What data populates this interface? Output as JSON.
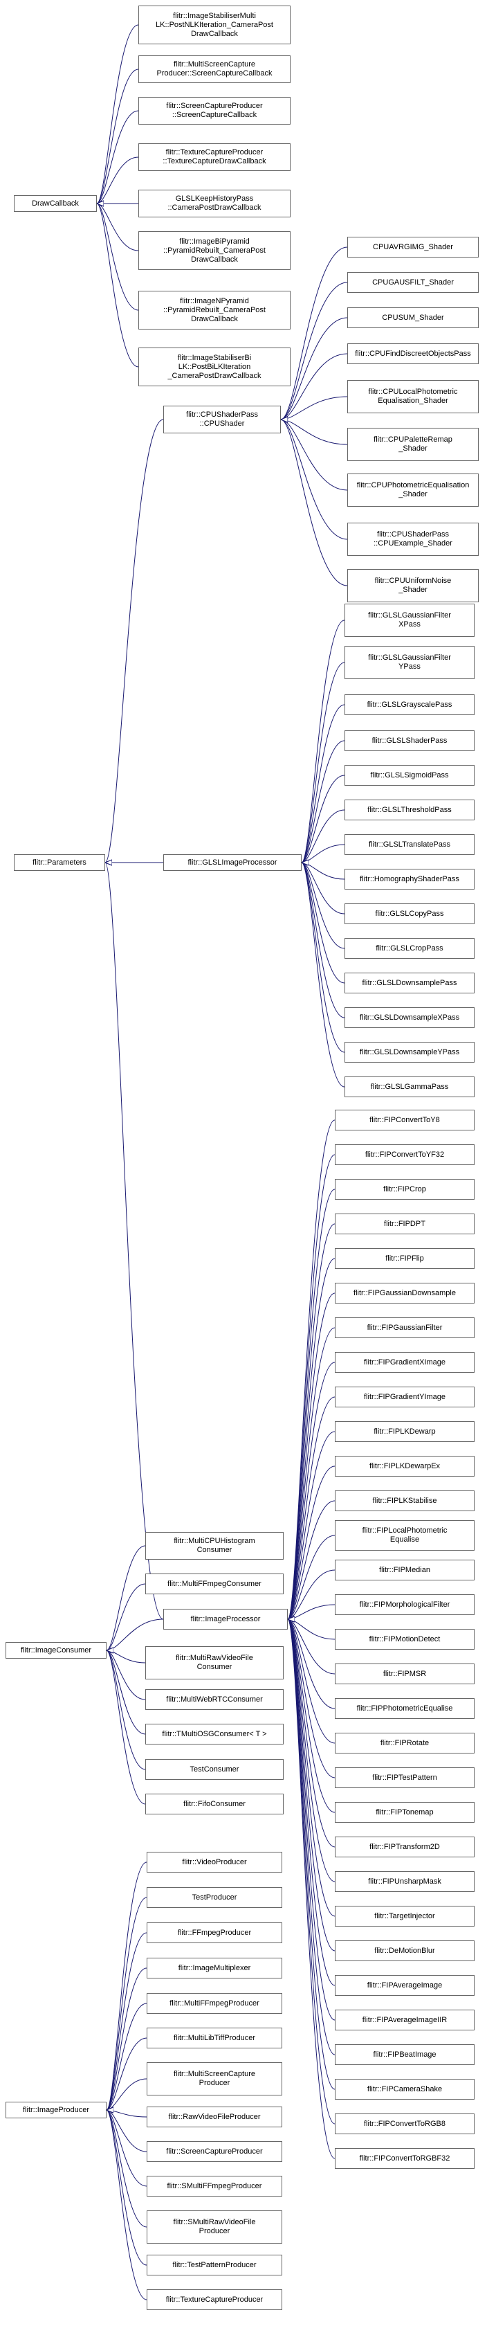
{
  "colors": {
    "edge": "#191970",
    "border": "#666666",
    "background": "#ffffff"
  },
  "roots": {
    "draw_callback": "DrawCallback",
    "parameters": "flitr::Parameters",
    "image_consumer": "flitr::ImageConsumer",
    "image_producer": "flitr::ImageProducer"
  },
  "draw_callback_children": [
    "flitr::ImageStabiliserMulti\nLK::PostNLKIteration_CameraPost\nDrawCallback",
    "flitr::MultiScreenCapture\nProducer::ScreenCaptureCallback",
    "flitr::ScreenCaptureProducer\n::ScreenCaptureCallback",
    "flitr::TextureCaptureProducer\n::TextureCaptureDrawCallback",
    "GLSLKeepHistoryPass\n::CameraPostDrawCallback",
    "flitr::ImageBiPyramid\n::PyramidRebuilt_CameraPost\nDrawCallback",
    "flitr::ImageNPyramid\n::PyramidRebuilt_CameraPost\nDrawCallback",
    "flitr::ImageStabiliserBi\nLK::PostBiLKIteration\n_CameraPostDrawCallback"
  ],
  "cpu_shader_pass": "flitr::CPUShaderPass\n::CPUShader",
  "cpu_shader_children": [
    "CPUAVRGIMG_Shader",
    "CPUGAUSFILT_Shader",
    "CPUSUM_Shader",
    "flitr::CPUFindDiscreetObjectsPass",
    "flitr::CPULocalPhotometric\nEqualisation_Shader",
    "flitr::CPUPaletteRemap\n_Shader",
    "flitr::CPUPhotometricEqualisation\n_Shader",
    "flitr::CPUShaderPass\n::CPUExample_Shader",
    "flitr::CPUUniformNoise\n_Shader"
  ],
  "glsl_image_processor": "flitr::GLSLImageProcessor",
  "glsl_children": [
    "flitr::GLSLGaussianFilter\nXPass",
    "flitr::GLSLGaussianFilter\nYPass",
    "flitr::GLSLGrayscalePass",
    "flitr::GLSLShaderPass",
    "flitr::GLSLSigmoidPass",
    "flitr::GLSLThresholdPass",
    "flitr::GLSLTranslatePass",
    "flitr::HomographyShaderPass",
    "flitr::GLSLCopyPass",
    "flitr::GLSLCropPass",
    "flitr::GLSLDownsamplePass",
    "flitr::GLSLDownsampleXPass",
    "flitr::GLSLDownsampleYPass",
    "flitr::GLSLGammaPass"
  ],
  "image_processor": "flitr::ImageProcessor",
  "image_processor_children": [
    "flitr::FIPConvertToY8",
    "flitr::FIPConvertToYF32",
    "flitr::FIPCrop",
    "flitr::FIPDPT",
    "flitr::FIPFlip",
    "flitr::FIPGaussianDownsample",
    "flitr::FIPGaussianFilter",
    "flitr::FIPGradientXImage",
    "flitr::FIPGradientYImage",
    "flitr::FIPLKDewarp",
    "flitr::FIPLKDewarpEx",
    "flitr::FIPLKStabilise",
    "flitr::FIPLocalPhotometric\nEqualise",
    "flitr::FIPMedian",
    "flitr::FIPMorphologicalFilter",
    "flitr::FIPMotionDetect",
    "flitr::FIPMSR",
    "flitr::FIPPhotometricEqualise",
    "flitr::FIPRotate",
    "flitr::FIPTestPattern",
    "flitr::FIPTonemap",
    "flitr::FIPTransform2D",
    "flitr::FIPUnsharpMask",
    "flitr::TargetInjector",
    "flitr::DeMotionBlur",
    "flitr::FIPAverageImage",
    "flitr::FIPAverageImageIIR",
    "flitr::FIPBeatImage",
    "flitr::FIPCameraShake",
    "flitr::FIPConvertToRGB8",
    "flitr::FIPConvertToRGBF32"
  ],
  "consumer_children": [
    "flitr::MultiCPUHistogram\nConsumer",
    "flitr::MultiFFmpegConsumer",
    "flitr::ImageProcessor",
    "flitr::MultiRawVideoFile\nConsumer",
    "flitr::MultiWebRTCConsumer",
    "flitr::TMultiOSGConsumer< T >",
    "TestConsumer",
    "flitr::FifoConsumer"
  ],
  "producer_children": [
    "flitr::VideoProducer",
    "TestProducer",
    "flitr::FFmpegProducer",
    "flitr::ImageMultiplexer",
    "flitr::MultiFFmpegProducer",
    "flitr::MultiLibTiffProducer",
    "flitr::MultiScreenCapture\nProducer",
    "flitr::RawVideoFileProducer",
    "flitr::ScreenCaptureProducer",
    "flitr::SMultiFFmpegProducer",
    "flitr::SMultiRawVideoFile\nProducer",
    "flitr::TestPatternProducer",
    "flitr::TextureCaptureProducer"
  ]
}
